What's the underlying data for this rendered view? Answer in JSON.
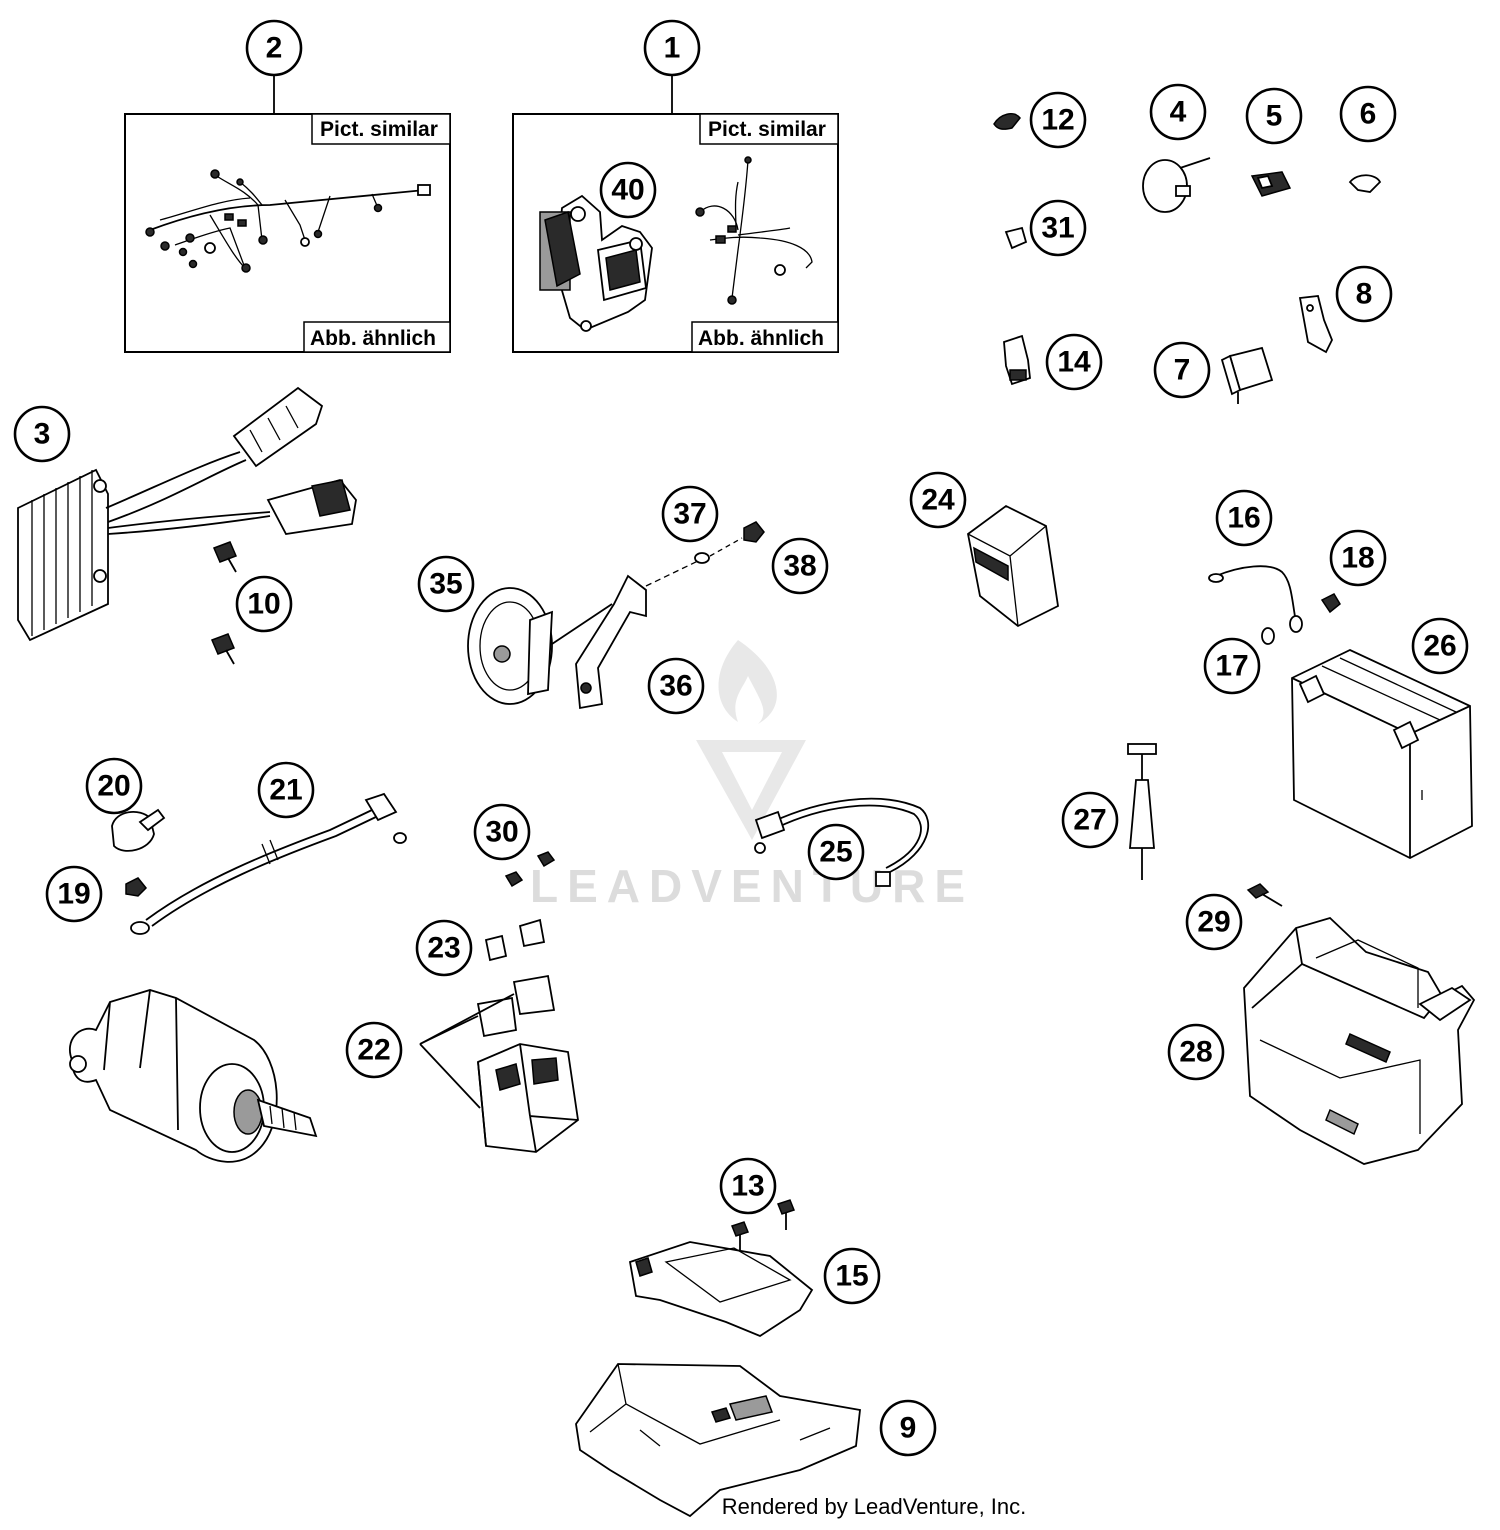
{
  "diagram": {
    "labels": {
      "harness_box_2_top": "Pict. similar",
      "harness_box_2_bottom": "Abb. ähnlich",
      "harness_box_1_top": "Pict. similar",
      "harness_box_1_bottom": "Abb. ähnlich"
    },
    "callouts": [
      "1",
      "2",
      "3",
      "4",
      "5",
      "6",
      "7",
      "8",
      "9",
      "10",
      "12",
      "13",
      "14",
      "15",
      "16",
      "17",
      "18",
      "19",
      "20",
      "21",
      "22",
      "23",
      "24",
      "25",
      "26",
      "27",
      "28",
      "29",
      "30",
      "31",
      "35",
      "36",
      "37",
      "38",
      "40"
    ],
    "watermark": "LEADVENTURE",
    "footer": "Rendered by LeadVenture, Inc."
  }
}
